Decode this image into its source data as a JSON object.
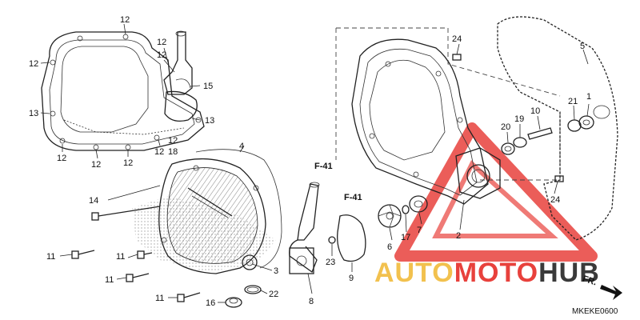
{
  "callouts": [
    "12",
    "12",
    "12",
    "12",
    "15",
    "13",
    "13",
    "12",
    "12",
    "12",
    "12",
    "18",
    "4",
    "14",
    "11",
    "11",
    "11",
    "11",
    "3",
    "16",
    "22",
    "8",
    "23",
    "9",
    "F-41",
    "F-41",
    "24",
    "5",
    "21",
    "1",
    "10",
    "20",
    "19",
    "6",
    "17",
    "7",
    "2",
    "24"
  ],
  "watermark": {
    "part1": "AUTO",
    "part2": "MOTO",
    "part3": "HUB",
    "color_primary": "#f2c14e",
    "color_secondary": "#e8413c",
    "color_dark": "#3a3a3a"
  },
  "direction_label": "FR.",
  "diagram_code": "MKEKE0600"
}
